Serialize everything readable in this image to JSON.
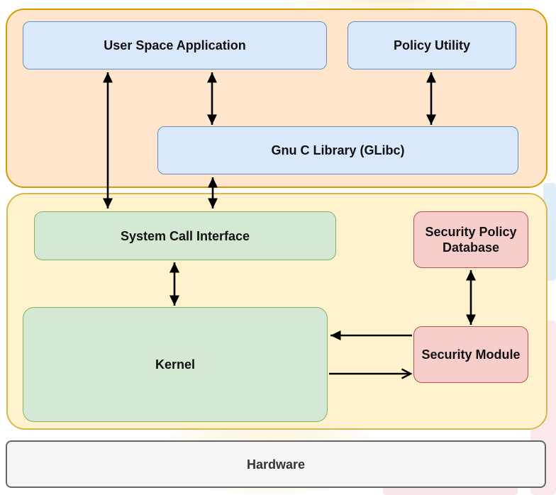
{
  "diagram": {
    "type": "architecture-block-diagram",
    "groups": {
      "user_space": {
        "name": "user-space-group",
        "fill": "#FFE6CC",
        "border": "#D79B00"
      },
      "kernel_space": {
        "name": "kernel-space-group",
        "fill": "#FFF2CC",
        "border": "#D6B656"
      }
    },
    "nodes": {
      "user_space_application": {
        "label": "User Space Application",
        "fill": "#DAE8FC",
        "border": "#6C8EBF"
      },
      "policy_utility": {
        "label": "Policy Utility",
        "fill": "#DAE8FC",
        "border": "#6C8EBF"
      },
      "glibc": {
        "label": "Gnu C Library (GLibc)",
        "fill": "#DAE8FC",
        "border": "#6C8EBF"
      },
      "system_call_interface": {
        "label": "System Call Interface",
        "fill": "#D5E8D4",
        "border": "#82B366"
      },
      "kernel": {
        "label": "Kernel",
        "fill": "#D5E8D4",
        "border": "#82B366"
      },
      "security_policy_database": {
        "label": "Security Policy Database",
        "fill": "#F8CECC",
        "border": "#B85450"
      },
      "security_module": {
        "label": "Security Module",
        "fill": "#F8CECC",
        "border": "#B85450"
      },
      "hardware": {
        "label": "Hardware",
        "fill": "#F5F5F5",
        "border": "#666666"
      }
    },
    "edges": [
      {
        "from": "user_space_application",
        "to": "system_call_interface",
        "style": "double-headed-filled"
      },
      {
        "from": "user_space_application",
        "to": "glibc",
        "style": "double-headed-filled"
      },
      {
        "from": "policy_utility",
        "to": "glibc",
        "style": "double-headed-filled"
      },
      {
        "from": "glibc",
        "to": "system_call_interface",
        "style": "double-headed-filled"
      },
      {
        "from": "system_call_interface",
        "to": "kernel",
        "style": "double-headed-filled"
      },
      {
        "from": "security_policy_database",
        "to": "security_module",
        "style": "double-headed-filled"
      },
      {
        "from": "security_module",
        "to": "kernel",
        "style": "single-headed-filled"
      },
      {
        "from": "kernel",
        "to": "security_module",
        "style": "single-headed-open"
      }
    ],
    "arrow_color": "#000000",
    "background": "#FFFFFF"
  }
}
